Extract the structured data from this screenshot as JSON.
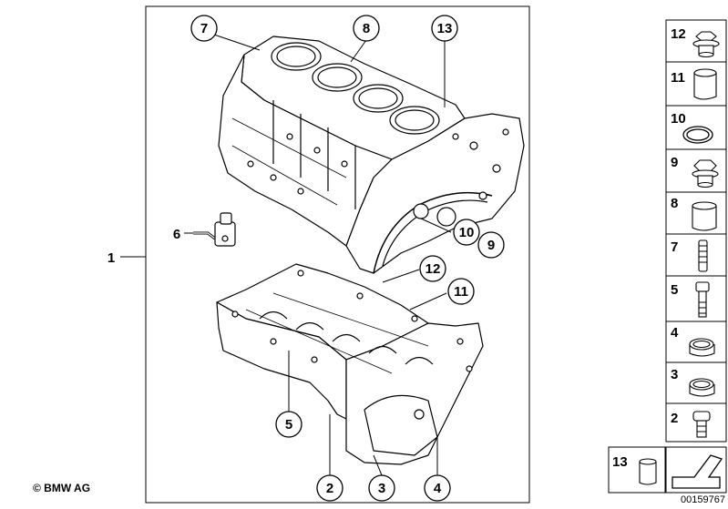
{
  "main_label": "1",
  "callouts": [
    "7",
    "8",
    "13",
    "6",
    "10",
    "9",
    "12",
    "11",
    "5",
    "2",
    "3",
    "4"
  ],
  "sidebar": [
    "12",
    "11",
    "10",
    "9",
    "8",
    "7",
    "5",
    "4",
    "3",
    "2"
  ],
  "sidebar_bottom": "13",
  "copyright": "© BMW AG",
  "doc_number": "00159767"
}
